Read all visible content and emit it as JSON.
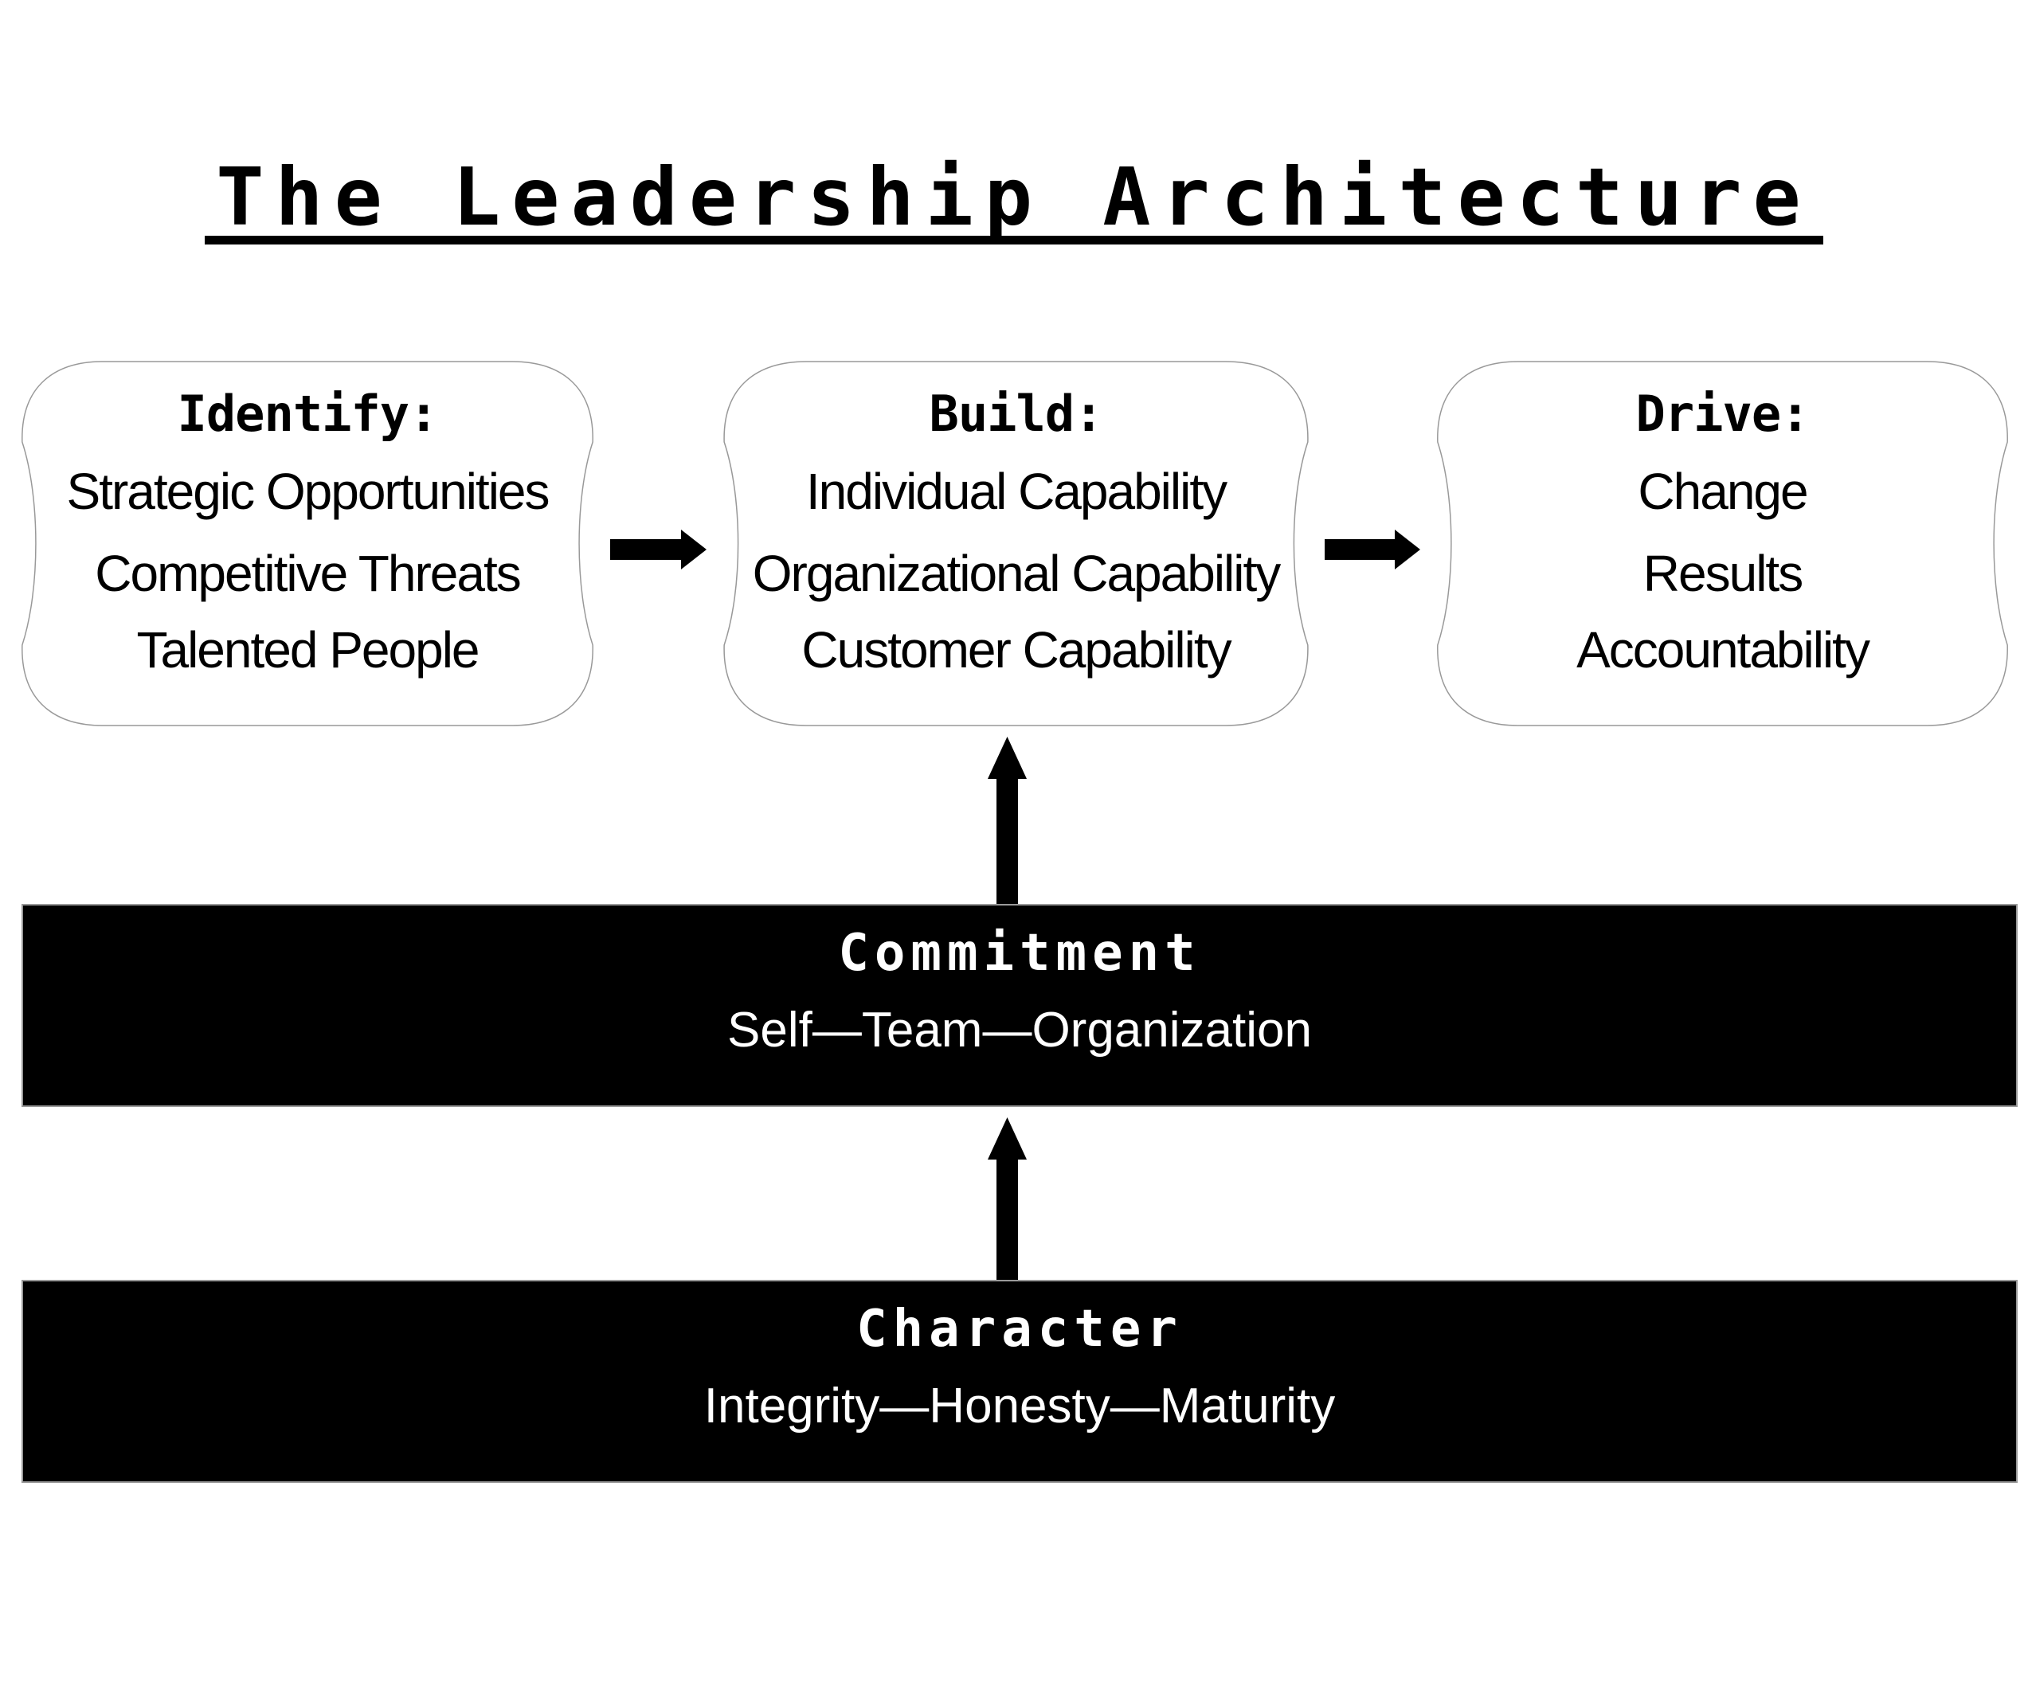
{
  "title": {
    "text": "The Leadership Architecture"
  },
  "flow_boxes": [
    {
      "header": "Identify:",
      "items": [
        "Strategic Opportunities",
        "Competitive Threats",
        "Talented People"
      ]
    },
    {
      "header": "Build:",
      "items": [
        "Individual Capability",
        "Organizational Capability",
        "Customer Capability"
      ]
    },
    {
      "header": "Drive:",
      "items": [
        "Change",
        "Results",
        "Accountability"
      ]
    }
  ],
  "foundation_bars": [
    {
      "header": "Commitment",
      "subtitle": "Self—Team—Organization"
    },
    {
      "header": "Character",
      "subtitle": "Integrity—Honesty—Maturity"
    }
  ],
  "colors": {
    "background": "#ffffff",
    "text": "#000000",
    "bar_fill": "#000000",
    "bar_text": "#ffffff",
    "box_outline": "#999999",
    "arrow": "#000000"
  }
}
